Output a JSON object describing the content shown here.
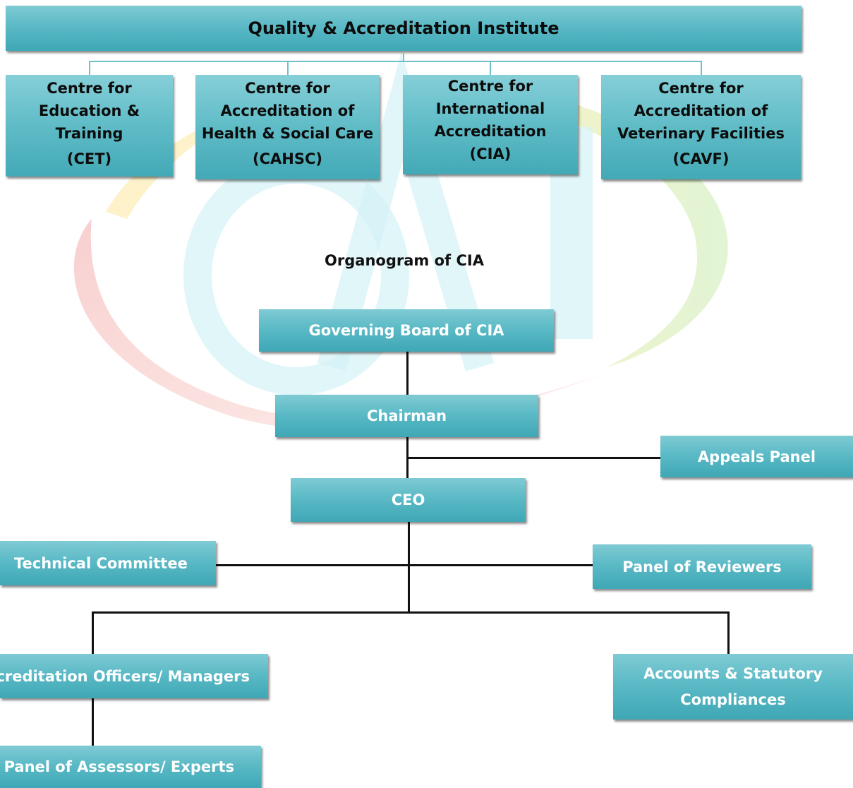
{
  "institute": {
    "title": "Quality & Accreditation Institute"
  },
  "centres": [
    {
      "name": "Centre for Education & Training",
      "abbr": "(CET)"
    },
    {
      "name": "Centre for Accreditation of Health & Social Care",
      "abbr": "(CAHSC)"
    },
    {
      "name": "Centre for International Accreditation",
      "abbr": "(CIA)"
    },
    {
      "name": "Centre for Accreditation of Veterinary Facilities",
      "abbr": "(CAVF)"
    }
  ],
  "organogram": {
    "title": "Organogram of CIA",
    "governing_board": "Governing Board of CIA",
    "chairman": "Chairman",
    "appeals_panel": "Appeals Panel",
    "ceo": "CEO",
    "technical_committee": "Technical Committee",
    "panel_of_reviewers": "Panel of Reviewers",
    "accreditation_officers": "Accreditation Officers/ Managers",
    "accounts": "Accounts & Statutory Compliances",
    "panel_of_assessors": "Panel of Assessors/ Experts"
  },
  "colors": {
    "box_fill": "#5bbac6",
    "box_text": "#ffffff",
    "centre_text": "#0c0c0c",
    "connector": "#111111",
    "watermark_red": "#f4b6b6",
    "watermark_yellow": "#fbf0b0",
    "watermark_green": "#d6f0c8",
    "watermark_cyan": "#d8f4f8"
  }
}
